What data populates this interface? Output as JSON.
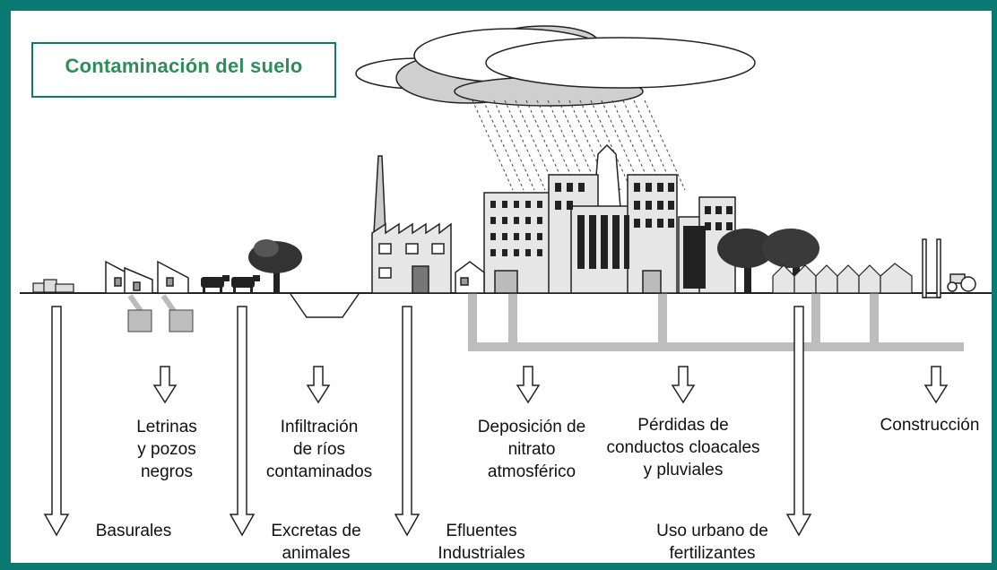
{
  "title": "Contaminación del suelo",
  "labels": {
    "letrinas": "Letrinas\ny pozos\nnegros",
    "infiltracion": "Infiltración\nde ríos\ncontaminados",
    "deposicion": "Deposición de\nnitrato\natmosférico",
    "perdidas": "Pérdidas de\nconductos cloacales\ny pluviales",
    "construccion": "Construcción",
    "basurales": "Basurales",
    "excretas": "Excretas de\nanimales",
    "efluentes": "Efluentes\nIndustriales",
    "uso_urbano": "Uso urbano de\nfertilizantes"
  },
  "colors": {
    "frame": "#0b7a73",
    "title_text": "#2e8e58",
    "pipes": "#bdbdbd",
    "buildings": "#e6e6e6"
  },
  "icons": [
    "cloud-icon",
    "rain-icon",
    "factory-icon",
    "city-skyline-icon",
    "house-icon",
    "cow-icon",
    "tree-icon",
    "tractor-icon",
    "down-arrow-icon"
  ]
}
